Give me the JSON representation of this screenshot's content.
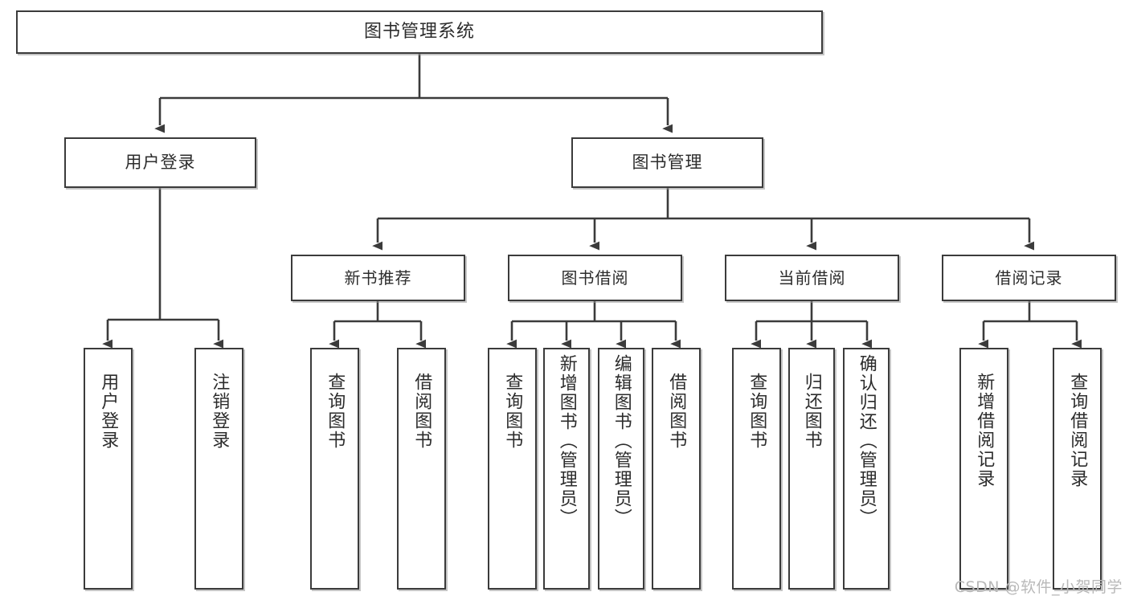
{
  "diagram": {
    "title": "图书管理系统",
    "type": "tree",
    "background": "#ffffff",
    "stroke_color": "#3b3b3b",
    "text_color": "#2c2c2c",
    "root": {
      "label": "图书管理系统"
    },
    "level2": [
      {
        "label": "用户登录"
      },
      {
        "label": "图书管理"
      }
    ],
    "level3": [
      {
        "label": "新书推荐"
      },
      {
        "label": "图书借阅"
      },
      {
        "label": "当前借阅"
      },
      {
        "label": "借阅记录"
      }
    ],
    "leaves": {
      "user_login": [
        {
          "label": "用户登录"
        },
        {
          "label": "注销登录"
        }
      ],
      "new_book": [
        {
          "label": "查询图书"
        },
        {
          "label": "借阅图书"
        }
      ],
      "book_borrow": [
        {
          "label": "查询图书"
        },
        {
          "label": "新增图书（管理员）"
        },
        {
          "label": "编辑图书（管理员）"
        },
        {
          "label": "借阅图书"
        }
      ],
      "current_borrow": [
        {
          "label": "查询图书"
        },
        {
          "label": "归还图书"
        },
        {
          "label": "确认归还（管理员）"
        }
      ],
      "borrow_record": [
        {
          "label": "新增借阅记录"
        },
        {
          "label": "查询借阅记录"
        }
      ]
    }
  },
  "watermark": {
    "text": "CSDN @软件_小贺同学"
  }
}
